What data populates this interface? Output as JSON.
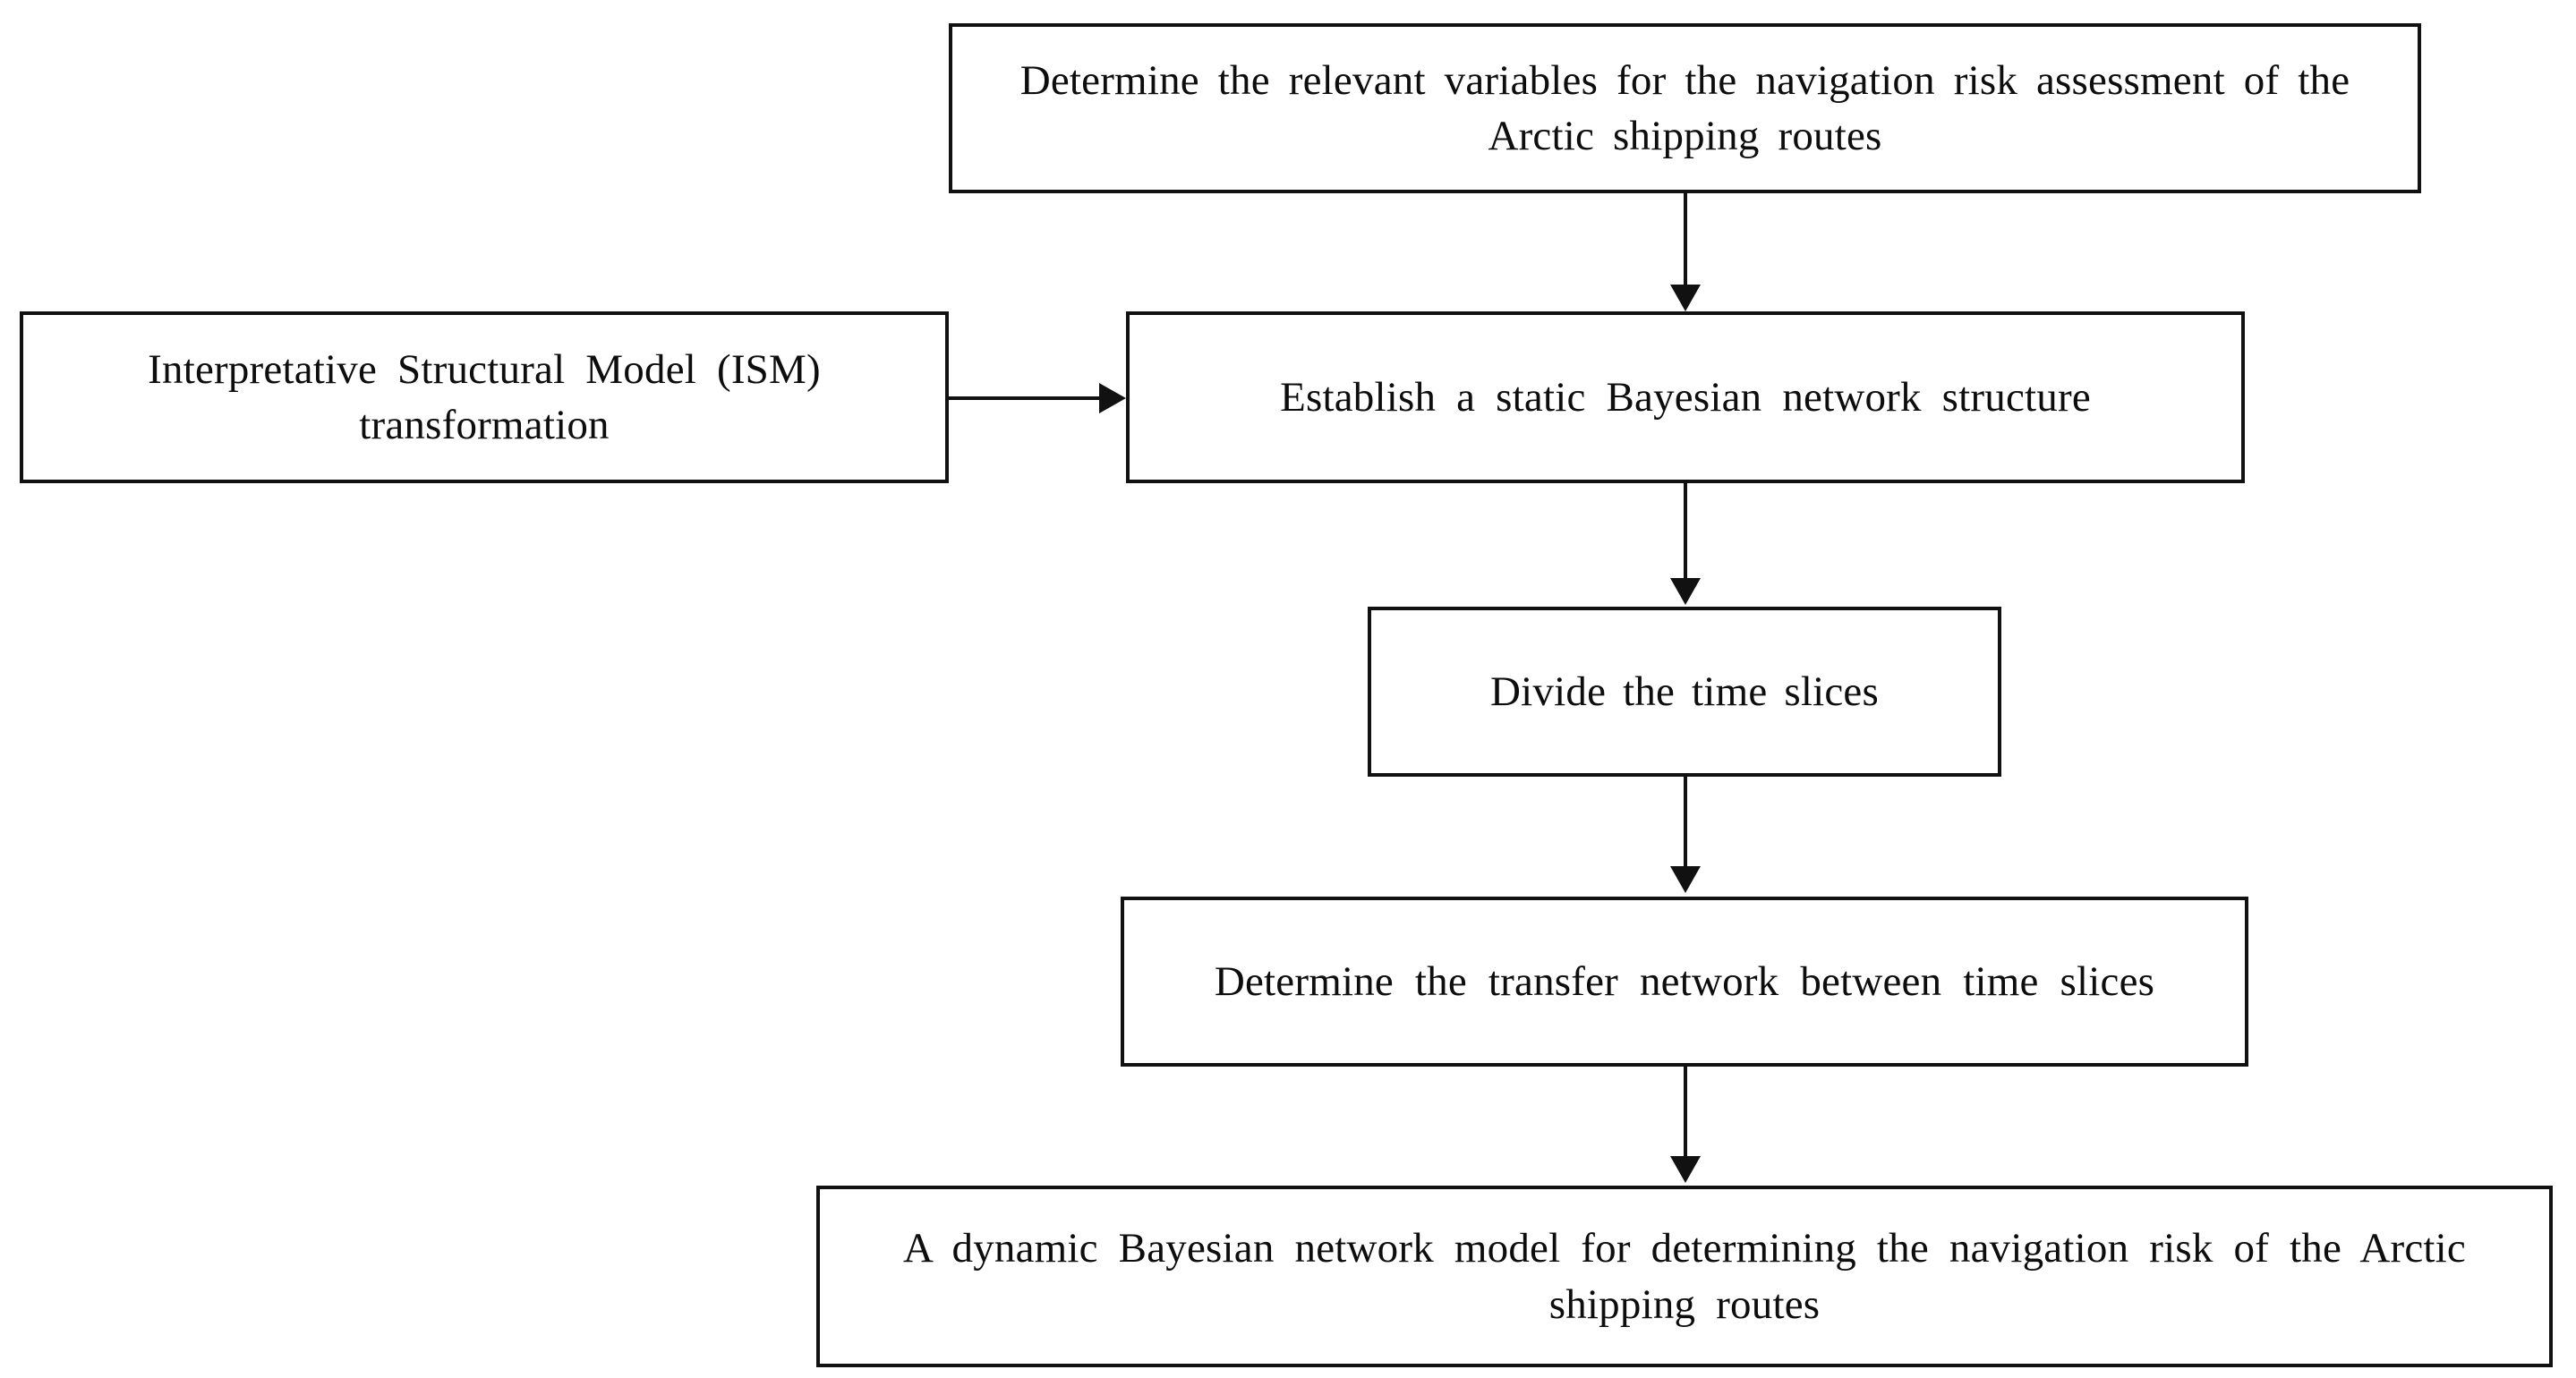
{
  "diagram": {
    "type": "flowchart",
    "orientation": "top-to-bottom",
    "background_color": "#ffffff",
    "line_color": "#111111",
    "text_color": "#0d0d0d",
    "nodes": [
      {
        "id": "variables",
        "shape": "rectangle",
        "label": "Determine the relevant variables for the navigation risk assessment of the Arctic shipping routes"
      },
      {
        "id": "ism",
        "shape": "rectangle",
        "label": "Interpretative Structural Model (ISM) transformation"
      },
      {
        "id": "static-bn",
        "shape": "rectangle",
        "label": "Establish a static Bayesian network structure"
      },
      {
        "id": "time-slices",
        "shape": "rectangle",
        "label": "Divide the time slices"
      },
      {
        "id": "transfer",
        "shape": "rectangle",
        "label": "Determine the transfer network between time slices"
      },
      {
        "id": "dbn",
        "shape": "rectangle",
        "label": "A dynamic Bayesian network model for determining the navigation risk of the Arctic shipping routes"
      }
    ],
    "edges": [
      {
        "id": "variables-to-static",
        "from": "variables",
        "to": "static-bn",
        "direction": "down",
        "label": ""
      },
      {
        "id": "ism-to-static",
        "from": "ism",
        "to": "static-bn",
        "direction": "right",
        "label": ""
      },
      {
        "id": "static-to-slices",
        "from": "static-bn",
        "to": "time-slices",
        "direction": "down",
        "label": ""
      },
      {
        "id": "slices-to-transfer",
        "from": "time-slices",
        "to": "transfer",
        "direction": "down",
        "label": ""
      },
      {
        "id": "transfer-to-dbn",
        "from": "transfer",
        "to": "dbn",
        "direction": "down",
        "label": ""
      }
    ]
  }
}
